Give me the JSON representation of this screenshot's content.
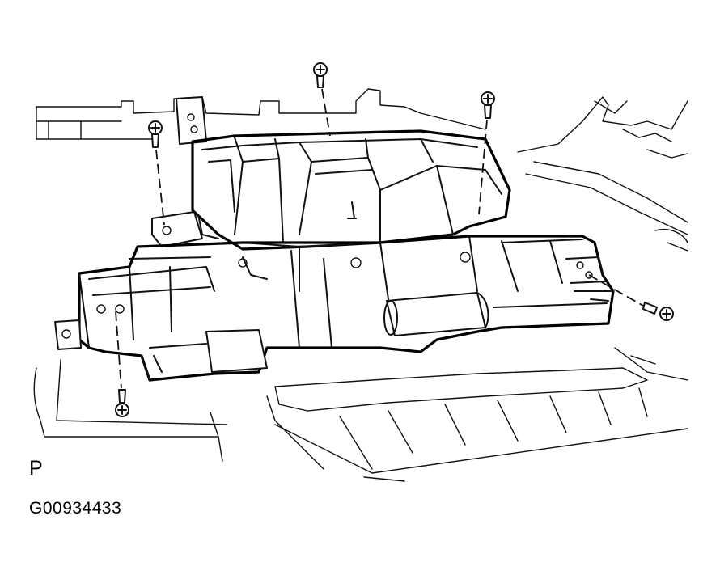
{
  "diagram": {
    "view_label": "P",
    "figure_id": "G00934433",
    "line_color": "#111111",
    "background": "#ffffff",
    "parts": [
      "dashboard-frame",
      "blower-unit-housing",
      "screw",
      "screw",
      "screw",
      "screw",
      "screw"
    ]
  }
}
